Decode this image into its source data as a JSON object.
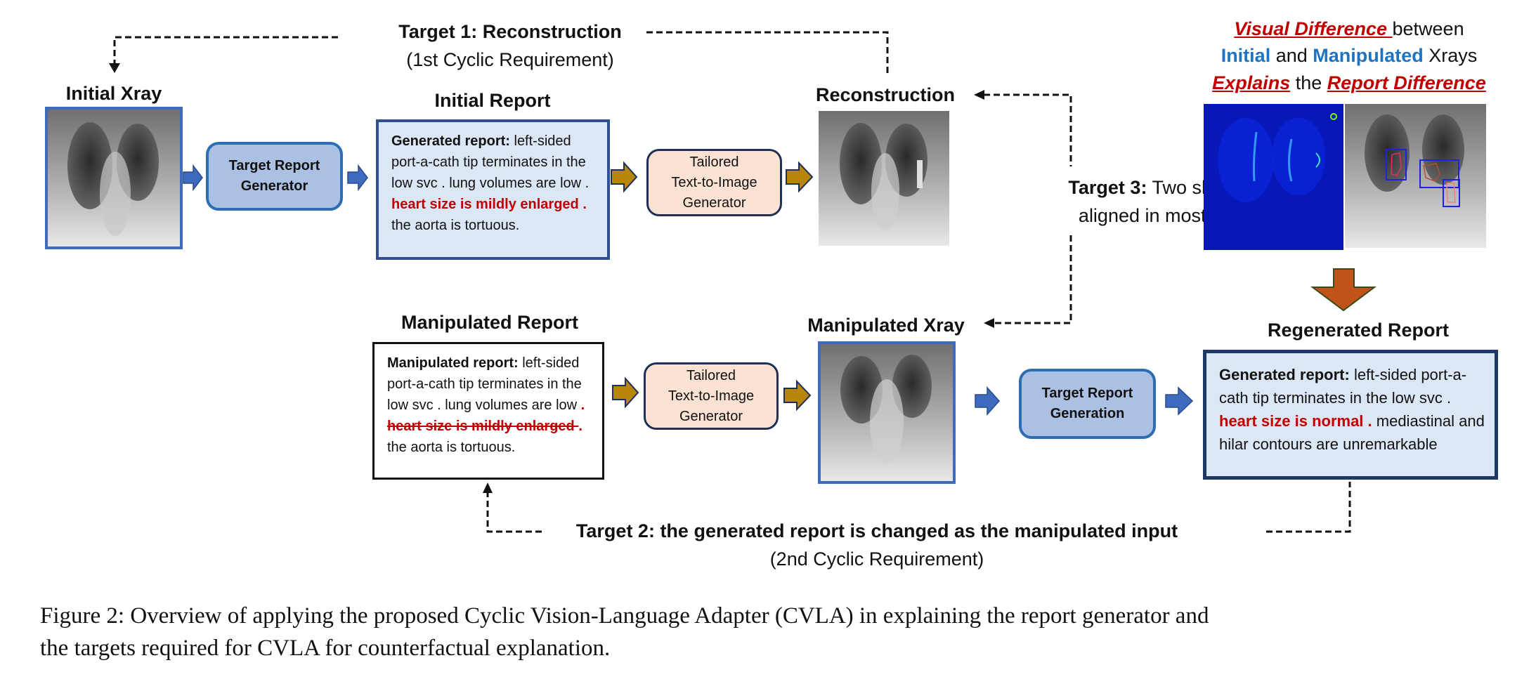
{
  "figure": {
    "caption_line1": "Figure 2: Overview of applying the proposed Cyclic Vision-Language Adapter (CVLA) in explaining the report generator and",
    "caption_line2": "the targets required for CVLA for counterfactual explanation."
  },
  "targets": {
    "target1_title": "Target 1: Reconstruction",
    "target1_subtitle": "(1st Cyclic Requirement)",
    "target2_title": "Target 2: the generated report is changed as the manipulated input",
    "target2_subtitle": "(2nd Cyclic Requirement)",
    "target3_label": "Target 3:",
    "target3_line1_rest": " Two should  be",
    "target3_line2": "aligned in most areas."
  },
  "nodes": {
    "initial_xray_title": "Initial Xray",
    "target_report_generator": [
      "Target Report",
      "Generator"
    ],
    "initial_report_title": "Initial Report",
    "tailored_generator": [
      "Tailored",
      "Text-to-Image",
      "Generator"
    ],
    "reconstruction_title": "Reconstruction",
    "manipulated_report_title": "Manipulated Report",
    "manipulated_xray_title": "Manipulated Xray",
    "target_report_generation": [
      "Target Report",
      "Generation"
    ],
    "regenerated_report_title": "Regenerated Report"
  },
  "reports": {
    "initial": {
      "label": "Generated report:",
      "text_before": " left-sided port-a-cath tip terminates in the low svc . lung volumes are low . ",
      "highlight": "heart size is mildly enlarged .",
      "text_after": " the aorta is tortuous."
    },
    "manipulated": {
      "label": "Manipulated report:",
      "text_before": " left-sided port-a-cath tip terminates in the low svc . lung volumes are low ",
      "dot": ". ",
      "struck": "heart size is mildly enlarged ",
      "dot2": ".",
      "text_after": " the aorta is tortuous."
    },
    "regenerated": {
      "label": "Generated report:",
      "text_before": " left-sided port-a-cath tip terminates in the low svc . ",
      "highlight": "heart size is normal .",
      "text_after": " mediastinal and hilar contours are unremarkable"
    }
  },
  "difference_heading": {
    "line1_em": "Visual Difference ",
    "line1_rest": "between",
    "line2_initial": "Initial",
    "line2_and": " and ",
    "line2_manipulated": "Manipulated",
    "line2_rest": " Xrays",
    "line3_explains": "Explains",
    "line3_the": " the ",
    "line3_report_diff": "Report Difference"
  },
  "images": {
    "initial_xray": "chest-xray",
    "reconstruction_xray": "chest-xray",
    "manipulated_xray": "chest-xray",
    "difference_heatmap": "difference-heatmap",
    "annotated_xray": "chest-xray-with-boxes"
  },
  "colors": {
    "highlight_red": "#c00000",
    "accent_blue": "#1f74c1",
    "arrow_blue": "#3e6bbd",
    "arrow_gold": "#b8860b",
    "arrow_orange": "#c0531a"
  }
}
